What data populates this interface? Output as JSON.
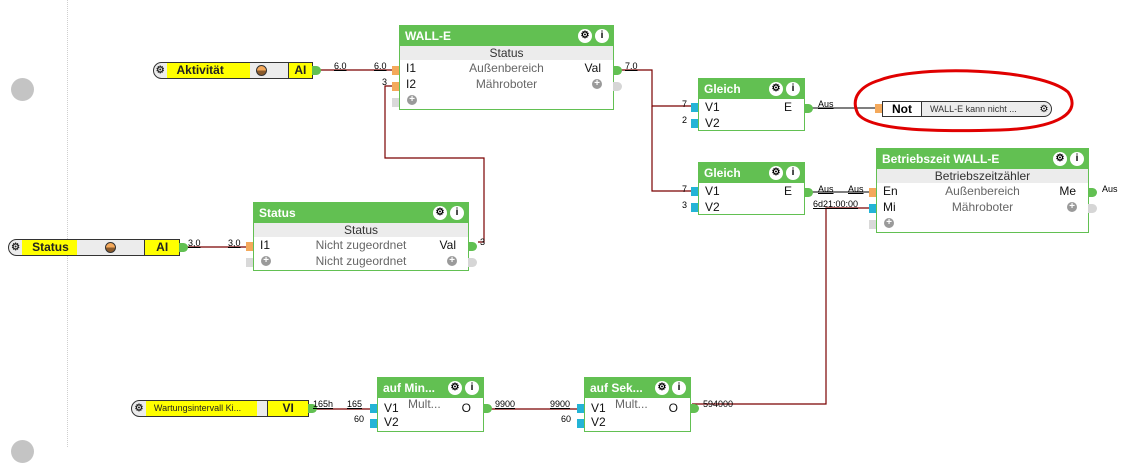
{
  "canvas": {
    "annotation_color": "#e00000",
    "block_color": "#62c052",
    "wire_color": "#7a0000"
  },
  "external_inputs": [
    {
      "name": "Aktivität",
      "type": "AI",
      "value": "6.0"
    },
    {
      "name": "Status",
      "type": "AI",
      "value": "3,0"
    },
    {
      "name": "Wartungsintervall Ki...",
      "type": "VI",
      "value": "165h"
    }
  ],
  "blocks": {
    "walle": {
      "title": "WALL-E",
      "subtitle": "Status",
      "rows": [
        {
          "in": "I1",
          "label": "Außenbereich",
          "out": "Val",
          "in_value": "6.0",
          "out_value": "7.0"
        },
        {
          "in": "I2",
          "label": "Mähroboter",
          "in_value": "3"
        }
      ]
    },
    "gleich1": {
      "title": "Gleich",
      "rows": [
        {
          "in": "V1",
          "out": "E",
          "in_value": "7",
          "out_value": "Aus"
        },
        {
          "in": "V2",
          "in_value": "2"
        }
      ]
    },
    "gleich2": {
      "title": "Gleich",
      "rows": [
        {
          "in": "V1",
          "out": "E",
          "in_value": "7",
          "out_value": "Aus"
        },
        {
          "in": "V2",
          "in_value": "3"
        }
      ]
    },
    "status": {
      "title": "Status",
      "subtitle": "Status",
      "rows": [
        {
          "in": "I1",
          "label": "Nicht zugeordnet",
          "out": "Val",
          "in_value": "3,0",
          "out_value": "3"
        },
        {
          "label": "Nicht zugeordnet"
        }
      ]
    },
    "betrieb": {
      "title": "Betriebszeit WALL-E",
      "subtitle": "Betriebszeitzähler",
      "rows": [
        {
          "in": "En",
          "label": "Außenbereich",
          "out": "Me",
          "in_value": "Aus",
          "out_value": "Aus"
        },
        {
          "in": "Mi",
          "label": "Mähroboter",
          "in_value": "6d21:00:00"
        }
      ]
    },
    "aufmin": {
      "title": "auf Min...",
      "op": "Mult...",
      "rows": [
        {
          "in": "V1",
          "out": "O",
          "in_value": "165",
          "out_value": "9900"
        },
        {
          "in": "V2",
          "in_value": "60"
        }
      ]
    },
    "aufsek": {
      "title": "auf Sek...",
      "op": "Mult...",
      "rows": [
        {
          "in": "V1",
          "out": "O",
          "in_value": "9900",
          "out_value": "594000"
        },
        {
          "in": "V2",
          "in_value": "60"
        }
      ]
    }
  },
  "output_not": {
    "type": "Not",
    "label": "WALL-E kann nicht ..."
  },
  "wire_labels": {
    "akt_out": "6.0",
    "status_out": "3,0",
    "wart_out": "165h"
  }
}
